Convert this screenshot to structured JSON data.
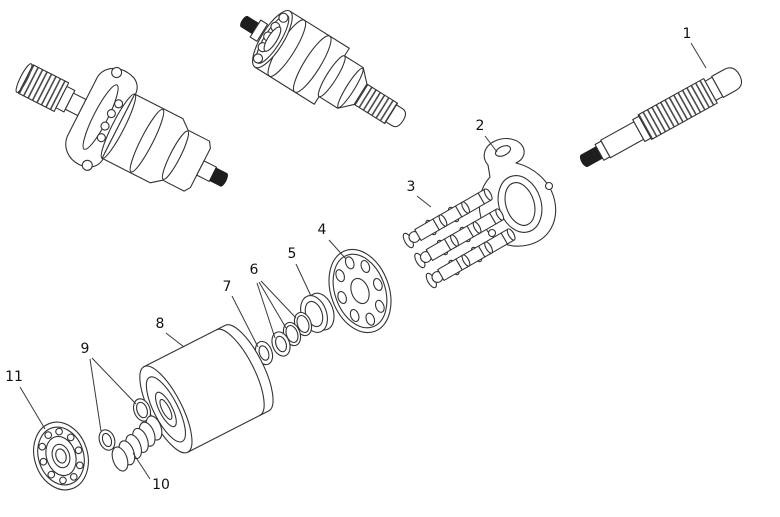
{
  "canvas": {
    "background": "#ffffff",
    "line_color": "#333333",
    "dark_fill": "#1e1e1e"
  },
  "diagram": {
    "type": "exploded-parts-diagram",
    "callouts": [
      {
        "label": "1",
        "part": "drive-shaft"
      },
      {
        "label": "2",
        "part": "swash-plate"
      },
      {
        "label": "3",
        "part": "piston-set"
      },
      {
        "label": "4",
        "part": "retainer-plate"
      },
      {
        "label": "5",
        "part": "ball-guide"
      },
      {
        "label": "6",
        "part": "shim-rings"
      },
      {
        "label": "7",
        "part": "washer"
      },
      {
        "label": "8",
        "part": "cylinder-block"
      },
      {
        "label": "9",
        "part": "seal-rings"
      },
      {
        "label": "10",
        "part": "spring"
      },
      {
        "label": "11",
        "part": "bearing"
      }
    ]
  }
}
